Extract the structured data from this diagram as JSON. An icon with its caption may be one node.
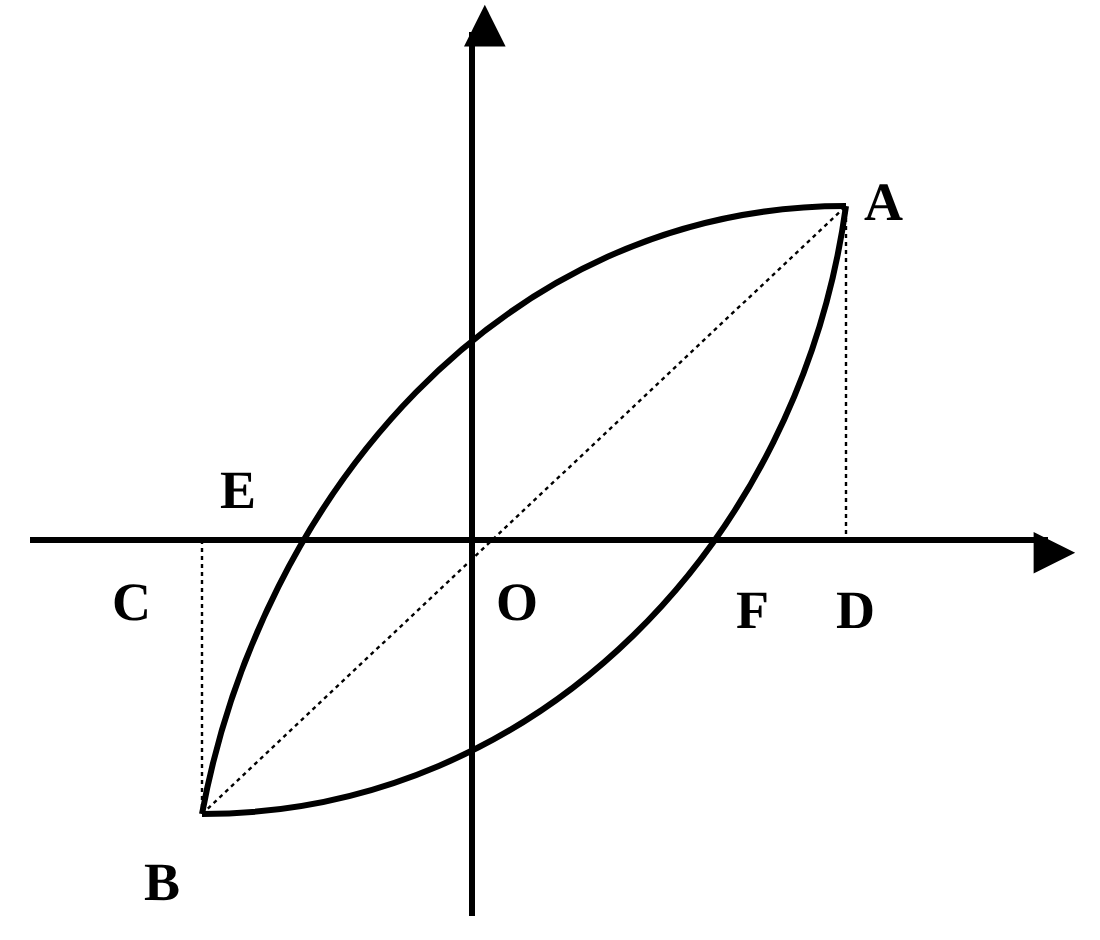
{
  "diagram": {
    "labels": [
      "A",
      "E",
      "C",
      "O",
      "F",
      "D",
      "B"
    ]
  }
}
